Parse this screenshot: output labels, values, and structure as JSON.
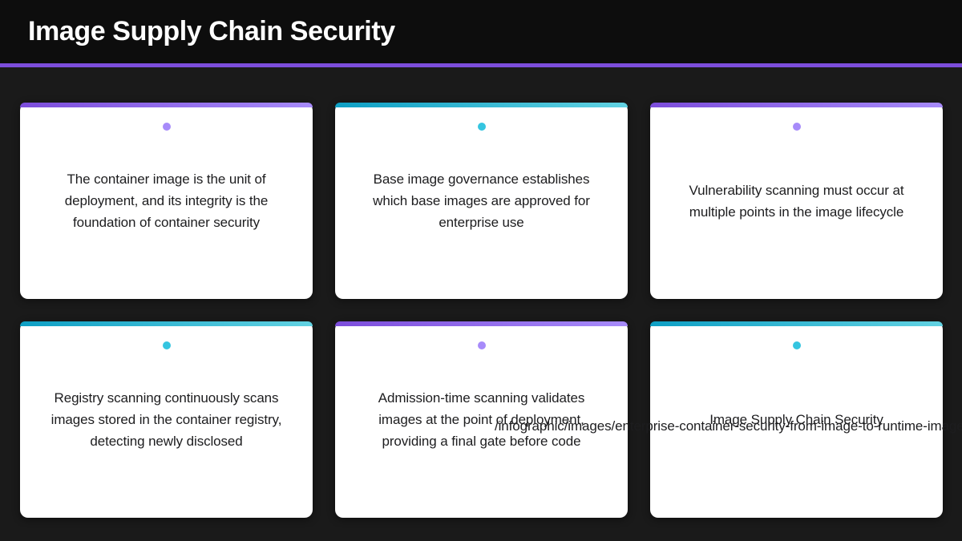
{
  "header": {
    "title": "Image Supply Chain Security",
    "background": "#0d0d0d",
    "accent_color": "#7c4ddb"
  },
  "page": {
    "background": "#1a1a1a",
    "card_background": "#ffffff",
    "text_color": "#1d1d1f"
  },
  "palette": {
    "purple_dark": "#7c4ddb",
    "purple_light": "#a78bfa",
    "cyan_dark": "#0e9fc4",
    "cyan_light": "#62d2e2",
    "dot_purple": "#a78bfa",
    "dot_cyan": "#35c5e0"
  },
  "cards": [
    {
      "text": "The container image is the unit of deployment, and its integrity is the foundation of container security",
      "accent": "purple",
      "dot": "purple"
    },
    {
      "text": "Base image governance establishes which base images are approved for enterprise use",
      "accent": "cyan",
      "dot": "cyan"
    },
    {
      "text": "Vulnerability scanning must occur at multiple points in the image lifecycle",
      "accent": "purple",
      "dot": "purple"
    },
    {
      "text": "Registry scanning continuously scans images stored in the container registry, detecting newly disclosed",
      "accent": "cyan",
      "dot": "cyan"
    },
    {
      "text": "Admission-time scanning validates images at the point of deployment, providing a final gate before code",
      "accent": "purple",
      "dot": "purple"
    },
    {
      "text": "Image Supply Chain Security",
      "accent": "cyan",
      "dot": "cyan"
    }
  ],
  "overlay": {
    "url_text": "/infographic/images/enterprise-container-security-from-image-to-runtime-image"
  }
}
